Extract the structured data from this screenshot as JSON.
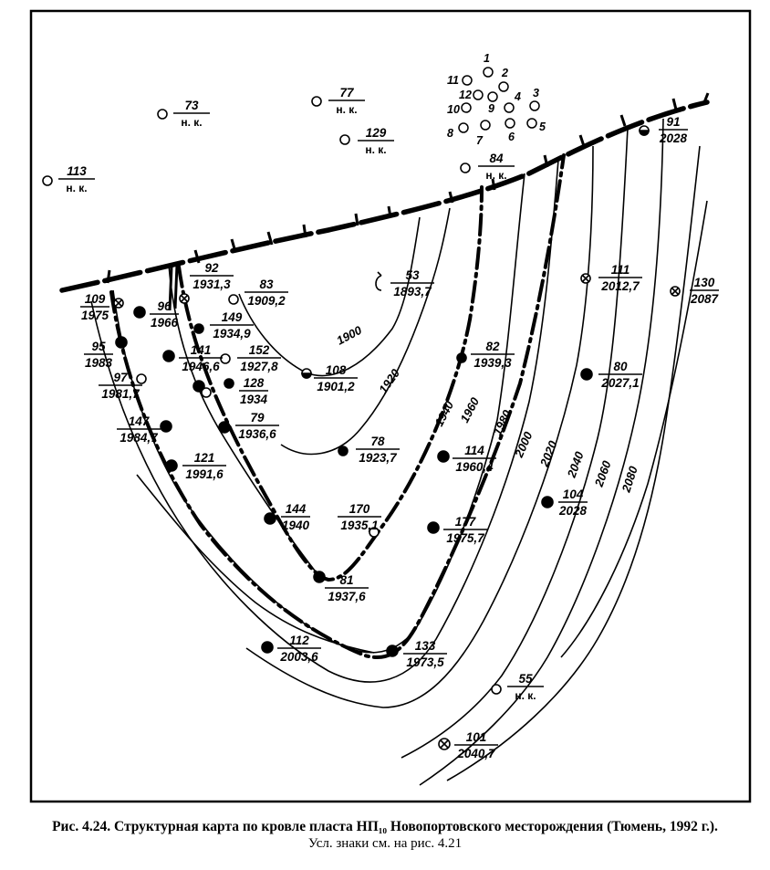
{
  "figure": {
    "caption": "Рис. 4.24. Структурная карта по кровле пласта НП₁₀ Новопортовского месторождения (Тюмень, 1992 г.).",
    "note": "Усл. знаки см. на рис. 4.21"
  },
  "map": {
    "isolines": [
      "1900",
      "1920",
      "1940",
      "1960",
      "1980",
      "2000",
      "2020",
      "2040",
      "2060",
      "2080"
    ],
    "wells_labeled": [
      {
        "id": "113",
        "value": "н. к.",
        "symbol": "open"
      },
      {
        "id": "73",
        "value": "н. к.",
        "symbol": "open"
      },
      {
        "id": "77",
        "value": "н. к.",
        "symbol": "open"
      },
      {
        "id": "129",
        "value": "н. к.",
        "symbol": "open"
      },
      {
        "id": "84",
        "value": "н. к.",
        "symbol": "open"
      },
      {
        "id": "91",
        "value": "2028",
        "symbol": "half"
      },
      {
        "id": "109",
        "value": "1975",
        "symbol": "cross"
      },
      {
        "id": "92",
        "value": "1931,3",
        "symbol": "cross"
      },
      {
        "id": "83",
        "value": "1909,2",
        "symbol": "open"
      },
      {
        "id": "53",
        "value": "1893,7",
        "symbol": "hook"
      },
      {
        "id": "111",
        "value": "2012,7",
        "symbol": "cross"
      },
      {
        "id": "130",
        "value": "2087",
        "symbol": "cross"
      },
      {
        "id": "96",
        "value": "1966",
        "symbol": "filled"
      },
      {
        "id": "149",
        "value": "1934,9",
        "symbol": "flask"
      },
      {
        "id": "95",
        "value": "1983",
        "symbol": "filled"
      },
      {
        "id": "141",
        "value": "1946,6",
        "symbol": "filled"
      },
      {
        "id": "152",
        "value": "1927,8",
        "symbol": "flask-open"
      },
      {
        "id": "97",
        "value": "1981,7",
        "symbol": "open"
      },
      {
        "id": "128",
        "value": "1934",
        "symbol": "flask"
      },
      {
        "id": "108",
        "value": "1901,2",
        "symbol": "half"
      },
      {
        "id": "82",
        "value": "1939,3",
        "symbol": "flask"
      },
      {
        "id": "80",
        "value": "2027,1",
        "symbol": "filled"
      },
      {
        "id": "147",
        "value": "1984,7",
        "symbol": "filled"
      },
      {
        "id": "79",
        "value": "1936,6",
        "symbol": "filled"
      },
      {
        "id": "78",
        "value": "1923,7",
        "symbol": "flask"
      },
      {
        "id": "114",
        "value": "1960,4",
        "symbol": "filled"
      },
      {
        "id": "121",
        "value": "1991,6",
        "symbol": "filled"
      },
      {
        "id": "104",
        "value": "2028",
        "symbol": "filled"
      },
      {
        "id": "144",
        "value": "1940",
        "symbol": "filled"
      },
      {
        "id": "170",
        "value": "1935,1",
        "symbol": "flask-open"
      },
      {
        "id": "177",
        "value": "1975,7",
        "symbol": "filled"
      },
      {
        "id": "81",
        "value": "1937,6",
        "symbol": "cross"
      },
      {
        "id": "112",
        "value": "2003,6",
        "symbol": "half"
      },
      {
        "id": "133",
        "value": "1973,5",
        "symbol": "half"
      },
      {
        "id": "55",
        "value": "н. к.",
        "symbol": "open"
      },
      {
        "id": "101",
        "value": "2040,7",
        "symbol": "cross"
      }
    ],
    "wells_cluster": [
      "1",
      "2",
      "3",
      "4",
      "5",
      "6",
      "7",
      "8",
      "9",
      "10",
      "11",
      "12"
    ]
  }
}
